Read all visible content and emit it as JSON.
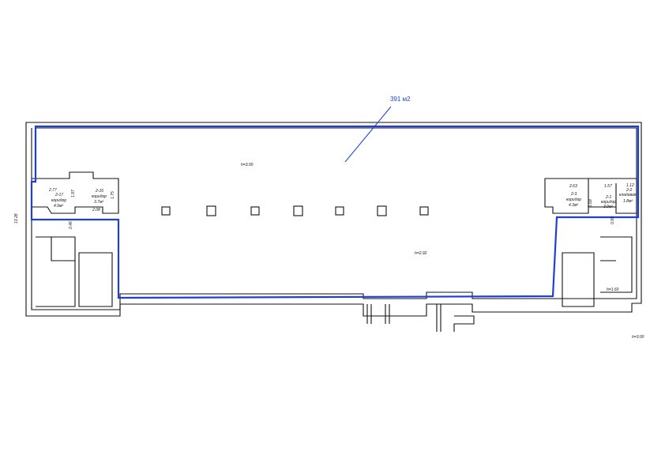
{
  "area_label": "391 м2",
  "heights": {
    "main_upper": "h=3.00",
    "main_lower": "h=2.92",
    "stair_right": "h=1.60",
    "outside": "h=3.00"
  },
  "overall_dim": "13.28",
  "left_rooms": {
    "dims": [
      "2.77",
      "1.97",
      "1.75",
      "2.08",
      "0.46"
    ],
    "room_17": {
      "id": "2-17",
      "name": "коридор",
      "area": "4.9м²"
    },
    "room_16": {
      "id": "2-16",
      "name": "коридор",
      "area": "3.7м²"
    }
  },
  "right_rooms": {
    "dims": [
      "2.63",
      "1.57",
      "1.12",
      "1.68",
      "0.95"
    ],
    "room_3": {
      "id": "2-3",
      "name": "коридор",
      "area": "4.3м²"
    },
    "room_1": {
      "id": "2-1",
      "name": "коридор",
      "area": "3.0м²"
    },
    "room_2": {
      "id": "2-2",
      "name": "кладовая",
      "area": "1.8м²"
    }
  },
  "colors": {
    "highlight": "#1f3fd6",
    "walls": "#111111"
  }
}
